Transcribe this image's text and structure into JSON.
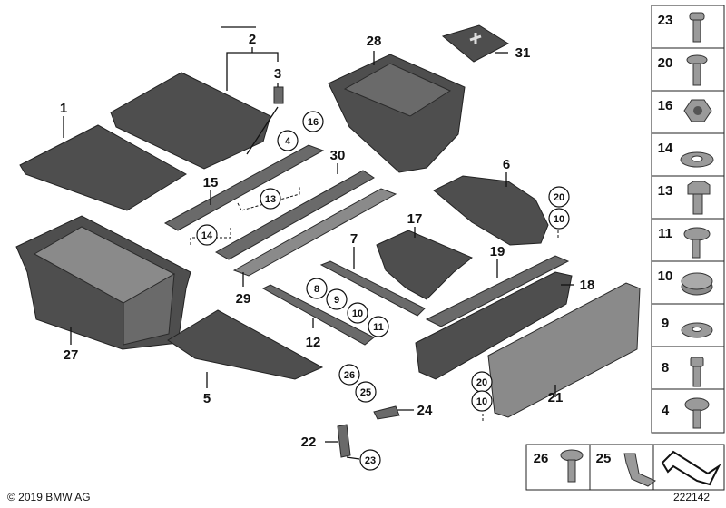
{
  "copyright": "© 2019 BMW AG",
  "drawing_number": "222142",
  "callouts": {
    "p1": "1",
    "p2": "2",
    "p3": "3",
    "p4": "4",
    "p5": "5",
    "p6": "6",
    "p7": "7",
    "p8": "8",
    "p9": "9",
    "p10": "10",
    "p10b": "10",
    "p11": "11",
    "p12": "12",
    "p13": "13",
    "p14": "14",
    "p15": "15",
    "p16": "16",
    "p17": "17",
    "p18": "18",
    "p19": "19",
    "p20": "20",
    "p20b": "20",
    "p21": "21",
    "p22": "22",
    "p23": "23",
    "p24": "24",
    "p25": "25",
    "p26": "26",
    "p27": "27",
    "p28": "28",
    "p29": "29",
    "p30": "30",
    "p31": "31"
  },
  "sidebar_parts": [
    "23",
    "20",
    "16",
    "14",
    "13",
    "11",
    "10",
    "9",
    "8",
    "4"
  ],
  "bottom_parts": [
    "26",
    "25"
  ]
}
